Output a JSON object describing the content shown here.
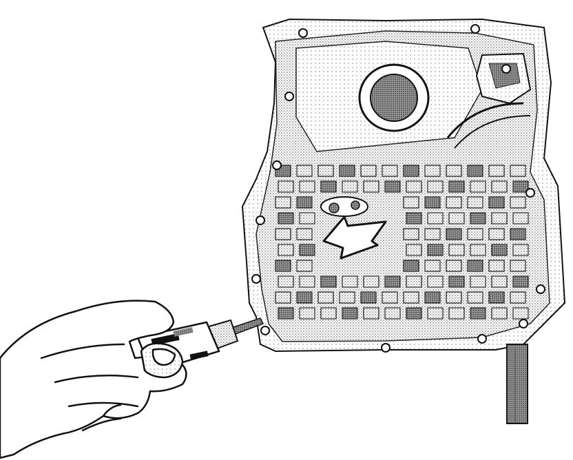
{
  "figure": {
    "style": "black-and-white line drawing",
    "colors": {
      "background": "#ffffff",
      "ink": "#111111",
      "shade": "#8a8a8a"
    }
  },
  "elements": {
    "housing_icon": "engine-block-housing",
    "arrow_icon": "direction-arrow",
    "hand_icon": "hand",
    "tool_icon": "screwdriver-tool",
    "rod_icon": "support-rod"
  }
}
